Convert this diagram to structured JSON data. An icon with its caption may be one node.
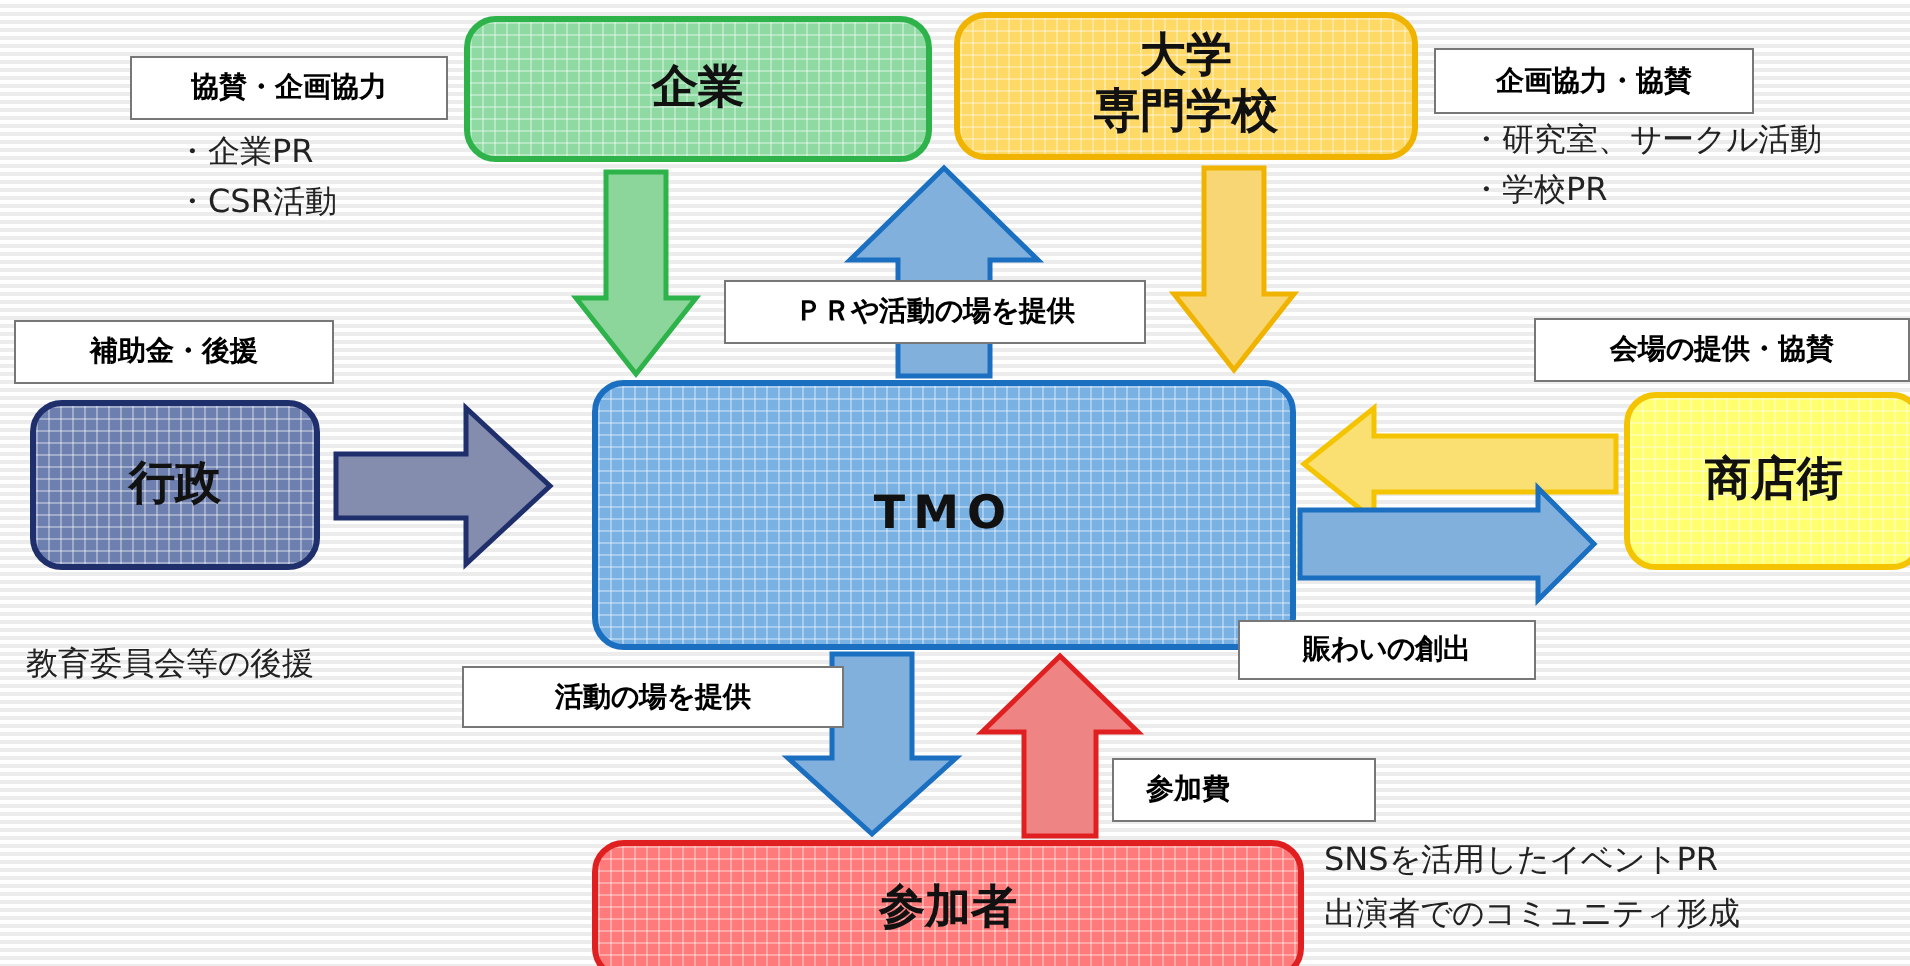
{
  "diagram": {
    "nodes": [
      {
        "text": [
          "企業"
        ],
        "beside": [
          "協賛・企画協力",
          "・企業PR",
          "・CSR活動"
        ]
      },
      {
        "text": [
          "大学専門学校"
        ],
        "beside": [
          "企画協力・協賛",
          "・研究室、サークル活動",
          "・学校PR"
        ]
      },
      {
        "text": [
          "行政"
        ],
        "beside": [
          "補助金・後援",
          "教育委員会等の後援"
        ]
      },
      {
        "text": [
          "TMO"
        ]
      },
      {
        "text": [
          "商店街"
        ],
        "beside": [
          "会場の提供・協賛"
        ]
      },
      {
        "text": [
          "参加者"
        ],
        "beside": [
          "SNSを活用したイベントPR",
          "出演者でのコミュニティ形成"
        ]
      }
    ],
    "edges": [
      {
        "from": 0,
        "to": 3,
        "arrow": "to",
        "style": "thick",
        "color": "#2db34a"
      },
      {
        "from": 3,
        "to": 1,
        "arrow": "to",
        "style": "thick",
        "color": "#1a6fc0",
        "label": "ＰＲや活動の場を提供"
      },
      {
        "from": 1,
        "to": 3,
        "arrow": "to",
        "style": "thick",
        "color": "#f0b400"
      },
      {
        "from": 2,
        "to": 3,
        "arrow": "to",
        "style": "thick",
        "color": "#1f2f6b"
      },
      {
        "from": 4,
        "to": 3,
        "arrow": "to",
        "style": "thick",
        "color": "#f5c400"
      },
      {
        "from": 3,
        "to": 4,
        "arrow": "to",
        "style": "thick",
        "color": "#1a6fc0",
        "label": "賑わいの創出"
      },
      {
        "from": 3,
        "to": 5,
        "arrow": "to",
        "style": "thick",
        "color": "#1a6fc0",
        "label": "活動の場を提供"
      },
      {
        "from": 5,
        "to": 3,
        "arrow": "to",
        "style": "thick",
        "color": "#e02020",
        "label": "参加費"
      }
    ]
  }
}
